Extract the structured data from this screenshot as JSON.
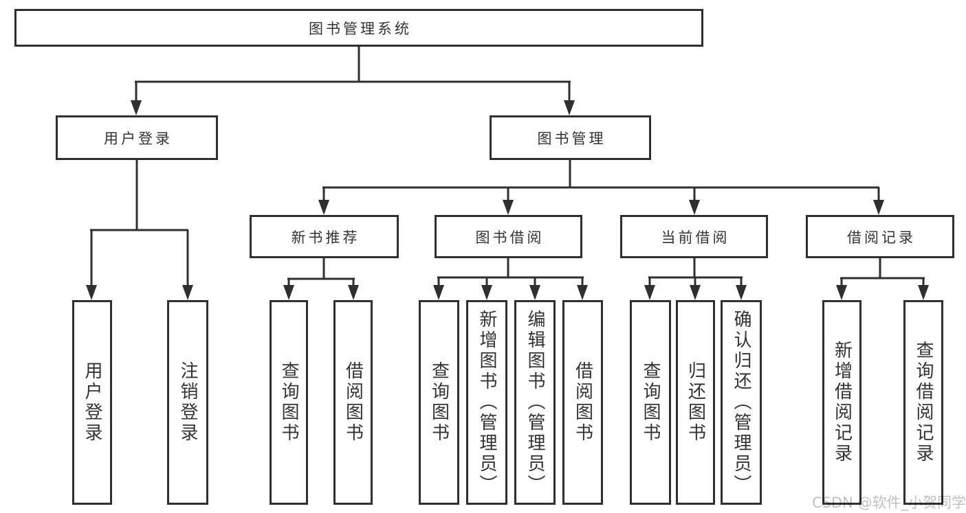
{
  "tree": {
    "root": {
      "label": "图书管理系统"
    },
    "branches": [
      {
        "label": "用户登录",
        "children": [
          {
            "label": "用户登录"
          },
          {
            "label": "注销登录"
          }
        ]
      },
      {
        "label": "图书管理",
        "groups": [
          {
            "label": "新书推荐",
            "children": [
              {
                "label": "查询图书"
              },
              {
                "label": "借阅图书"
              }
            ]
          },
          {
            "label": "图书借阅",
            "children": [
              {
                "label": "查询图书"
              },
              {
                "label": "新增图书（管理员）"
              },
              {
                "label": "编辑图书（管理员）"
              },
              {
                "label": "借阅图书"
              }
            ]
          },
          {
            "label": "当前借阅",
            "children": [
              {
                "label": "查询图书"
              },
              {
                "label": "归还图书"
              },
              {
                "label": "确认归还（管理员）"
              }
            ]
          },
          {
            "label": "借阅记录",
            "children": [
              {
                "label": "新增借阅记录"
              },
              {
                "label": "查询借阅记录"
              }
            ]
          }
        ]
      }
    ]
  },
  "watermark": {
    "text": "CSDN @软件_小贺同学"
  },
  "colors": {
    "line": "#2f2f2f",
    "box_border": "#2f2f2f",
    "box_fill": "#ffffff",
    "text": "#333333",
    "watermark": "#c0c0c0",
    "background": "#ffffff"
  }
}
